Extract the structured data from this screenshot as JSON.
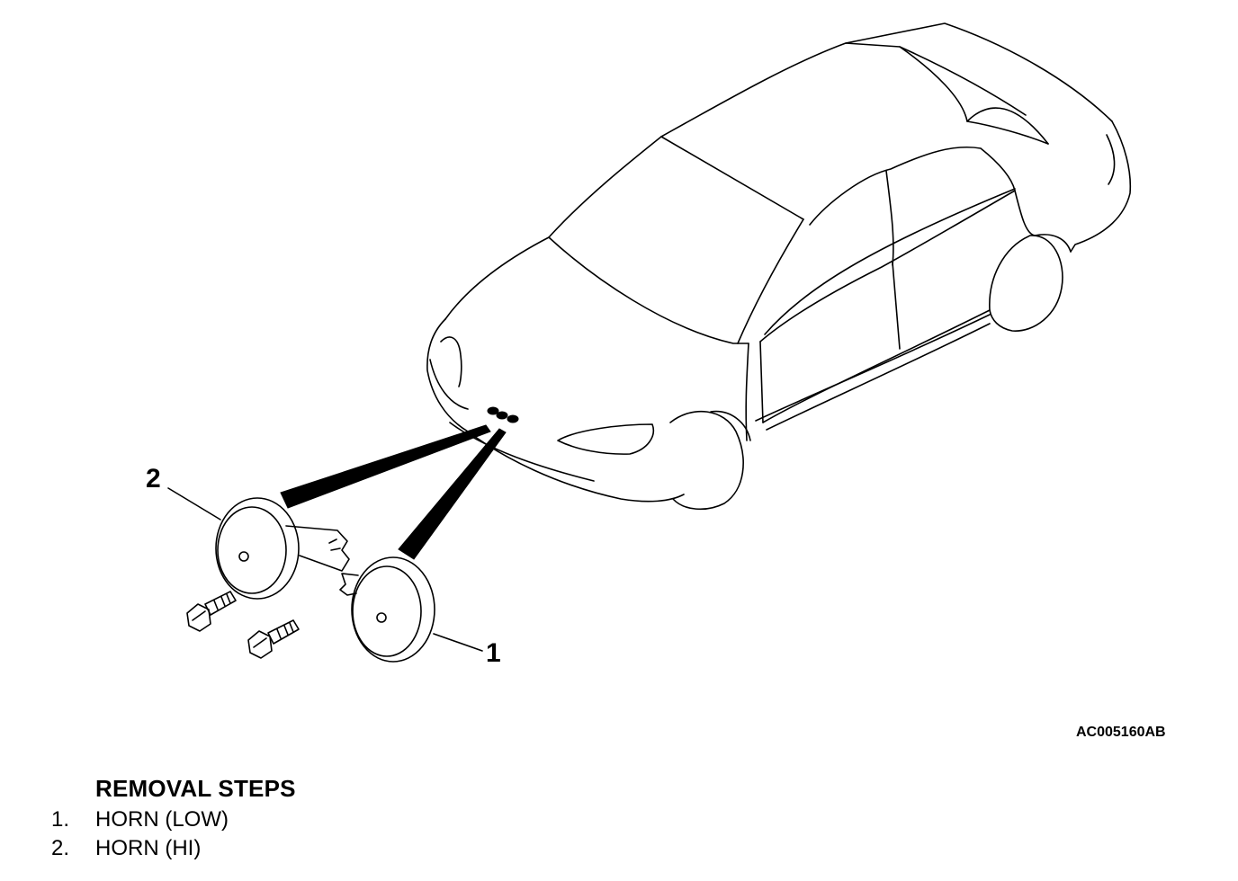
{
  "callouts": {
    "one": "1",
    "two": "2"
  },
  "figure_code": "AC005160AB",
  "removal": {
    "heading": "REMOVAL STEPS",
    "steps": [
      {
        "number": "1.",
        "label": "HORN (LOW)"
      },
      {
        "number": "2.",
        "label": "HORN (HI)"
      }
    ]
  }
}
